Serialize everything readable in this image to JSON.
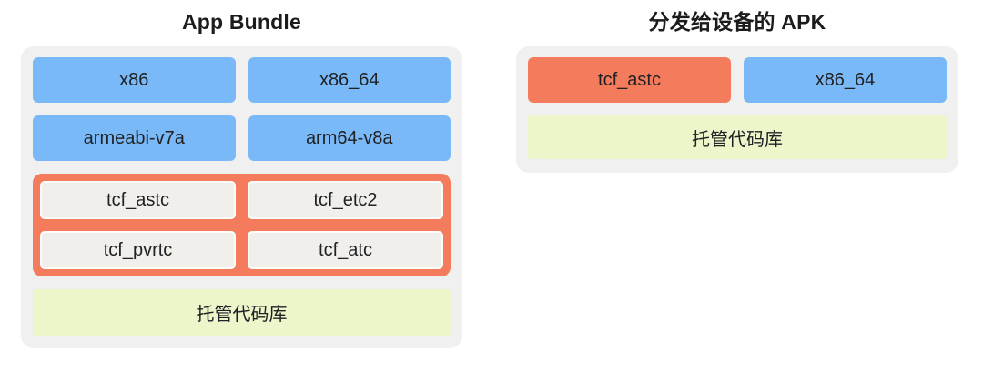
{
  "colors": {
    "abi_blue": "#7ab9f7",
    "tcf_orange": "#f47b5c",
    "managed_code_yellow_green": "#edf5ca",
    "container_gray": "#f0f0f0",
    "tcf_inner_gray": "#f0efeb",
    "text": "#202124",
    "background": "#ffffff"
  },
  "app_bundle": {
    "title": "App Bundle",
    "abi_boxes": [
      "x86",
      "x86_64",
      "armeabi-v7a",
      "arm64-v8a"
    ],
    "tcf_group": [
      "tcf_astc",
      "tcf_etc2",
      "tcf_pvrtc",
      "tcf_atc"
    ],
    "managed_code": "托管代码库"
  },
  "device_apk": {
    "title": "分发给设备的 APK",
    "tcf_box": "tcf_astc",
    "abi_box": "x86_64",
    "managed_code": "托管代码库"
  }
}
